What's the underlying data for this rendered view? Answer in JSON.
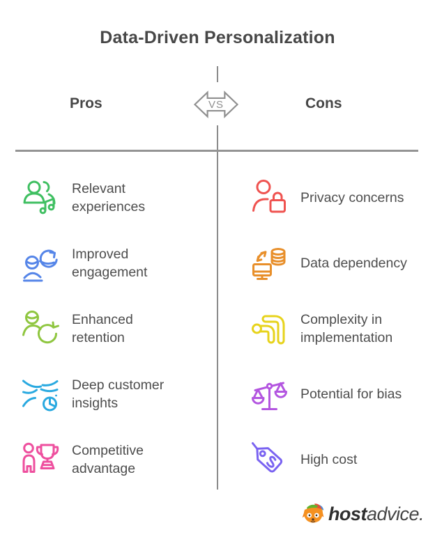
{
  "title": "Data-Driven Personalization",
  "vs_badge": {
    "label": "VS",
    "outline_color": "#8f8f8f"
  },
  "divider_color": "#8b8b8b",
  "columns": {
    "pros": {
      "label": "Pros",
      "items": [
        {
          "label": "Relevant experiences",
          "icon": "users-music-icon",
          "color": "#3fbf61"
        },
        {
          "label": "Improved engagement",
          "icon": "person-orbit-icon",
          "color": "#5585e8"
        },
        {
          "label": "Enhanced retention",
          "icon": "person-refresh-icon",
          "color": "#8fc640"
        },
        {
          "label": "Deep customer insights",
          "icon": "waves-clock-icon",
          "color": "#29a9e0"
        },
        {
          "label": "Competitive advantage",
          "icon": "person-trophy-icon",
          "color": "#ee4f9e"
        }
      ]
    },
    "cons": {
      "label": "Cons",
      "items": [
        {
          "label": "Privacy concerns",
          "icon": "person-lock-icon",
          "color": "#ef5350"
        },
        {
          "label": "Data dependency",
          "icon": "monitor-database-icon",
          "color": "#e88f2a"
        },
        {
          "label": "Complexity in implementation",
          "icon": "flow-pipes-icon",
          "color": "#e7d31c"
        },
        {
          "label": "Potential for bias",
          "icon": "balance-scale-icon",
          "color": "#b355e0"
        },
        {
          "label": "High cost",
          "icon": "price-tag-icon",
          "color": "#7a63f1"
        }
      ]
    }
  },
  "logo": {
    "brand_bold": "host",
    "brand_italic": "advice.",
    "mascot": "fox-mascot-icon"
  }
}
